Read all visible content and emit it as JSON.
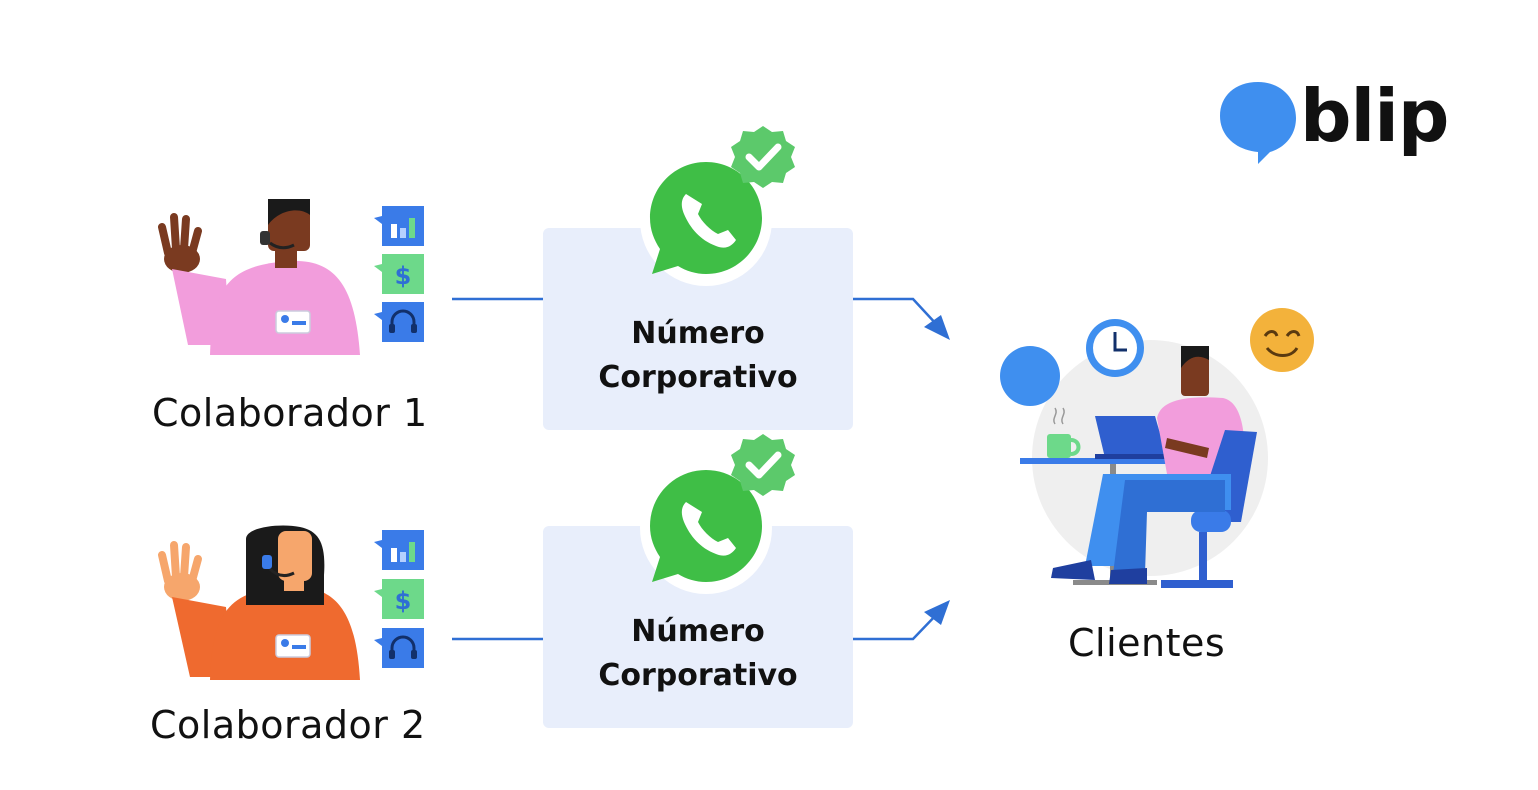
{
  "brand": {
    "name": "blip",
    "color": "#3f8fef"
  },
  "collaborators": [
    {
      "label": "Colaborador 1",
      "shirt_color": "#f29ddc"
    },
    {
      "label": "Colaborador 2",
      "shirt_color": "#ef6a2f"
    }
  ],
  "corporate_boxes": [
    {
      "line1": "Número",
      "line2": "Corporativo"
    },
    {
      "line1": "Número",
      "line2": "Corporativo"
    }
  ],
  "clients": {
    "label": "Clientes"
  },
  "colors": {
    "box_bg": "#e8eefb",
    "arrow": "#2f6fd4",
    "whatsapp_green": "#3fbe46",
    "check_green": "#5cc96b",
    "chat_blue": "#3a7be8",
    "chat_green": "#6dd98a"
  },
  "icons": [
    "whatsapp-icon",
    "verified-check-icon",
    "chart-icon",
    "dollar-icon",
    "headset-icon",
    "clock-icon",
    "smiley-icon",
    "coffee-mug-icon",
    "laptop-icon"
  ]
}
